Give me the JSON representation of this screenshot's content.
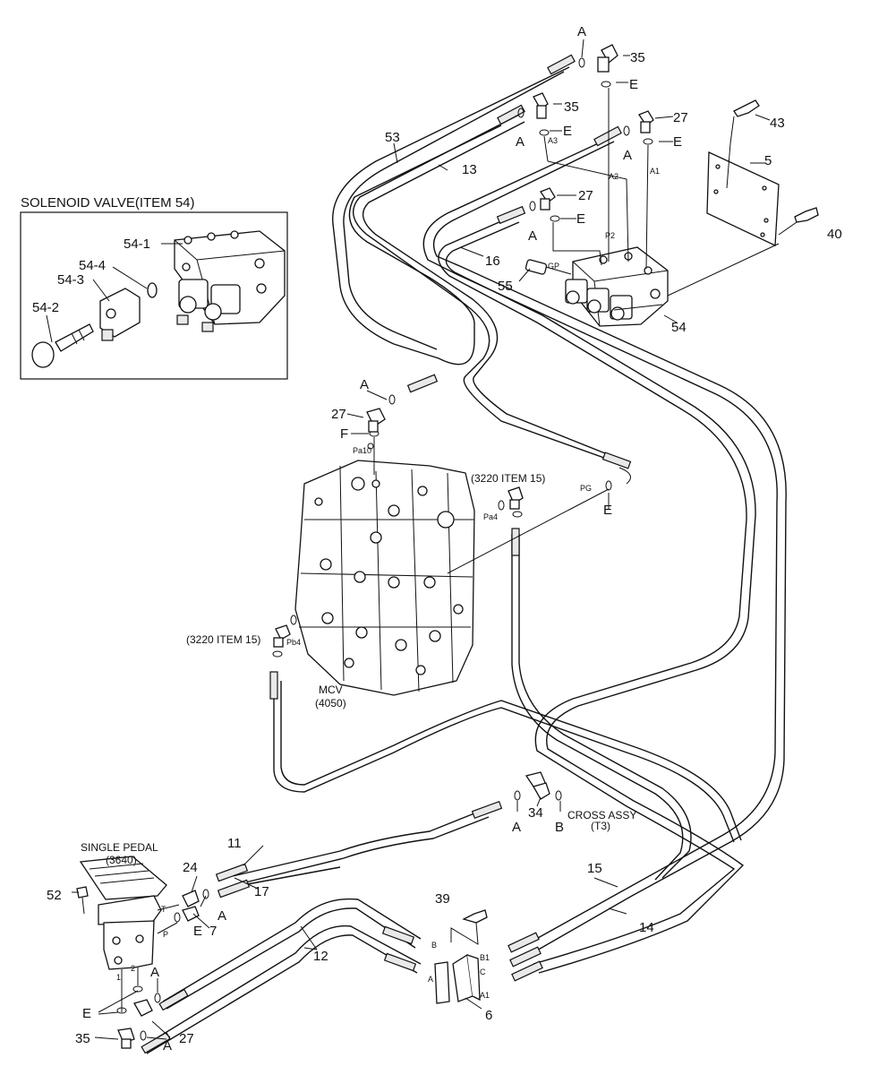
{
  "inset": {
    "title": "SOLENOID VALVE(ITEM 54)",
    "labels": [
      "54-1",
      "54-2",
      "54-3",
      "54-4"
    ]
  },
  "assemblies": {
    "mcv": {
      "name": "MCV",
      "ref": "(4050)"
    },
    "pedal": {
      "name": "SINGLE PEDAL",
      "ref": "(3640)"
    },
    "cross": {
      "name": "CROSS ASSY",
      "ref": "(T3)"
    },
    "ref_top": "(3220 ITEM 15)",
    "ref_left": "(3220 ITEM 15)"
  },
  "ports": {
    "A1_top": "A1",
    "A2": "A2",
    "A3": "A3",
    "P2": "P2",
    "GP": "GP",
    "Pa10": "Pa10",
    "Pa4": "Pa4",
    "Pb4": "Pb4",
    "PG": "PG",
    "T": "T",
    "P": "P",
    "p1": "1",
    "p2": "2",
    "B": "B",
    "A": "A",
    "B1": "B1",
    "C": "C",
    "A1": "A1"
  },
  "callouts": {
    "n35a": "35",
    "n35b": "35",
    "n35c": "35",
    "n27a": "27",
    "n27b": "27",
    "n27c": "27",
    "n27d": "27",
    "n43": "43",
    "n5": "5",
    "n40": "40",
    "n53": "53",
    "n13": "13",
    "n16": "16",
    "n55": "55",
    "n54": "54",
    "n34": "34",
    "n11": "11",
    "n17": "17",
    "n24": "24",
    "n52": "52",
    "n7": "7",
    "n15": "15",
    "n14": "14",
    "n39": "39",
    "n12": "12",
    "n6": "6",
    "A1l": "A",
    "A2l": "A",
    "A3l": "A",
    "A4l": "A",
    "A5l": "A",
    "A6l": "A",
    "A7l": "A",
    "A8l": "A",
    "E1": "E",
    "E2": "E",
    "E3": "E",
    "E4": "E",
    "E5": "E",
    "E6": "E",
    "E7": "E",
    "F1": "F",
    "B1l": "B"
  }
}
